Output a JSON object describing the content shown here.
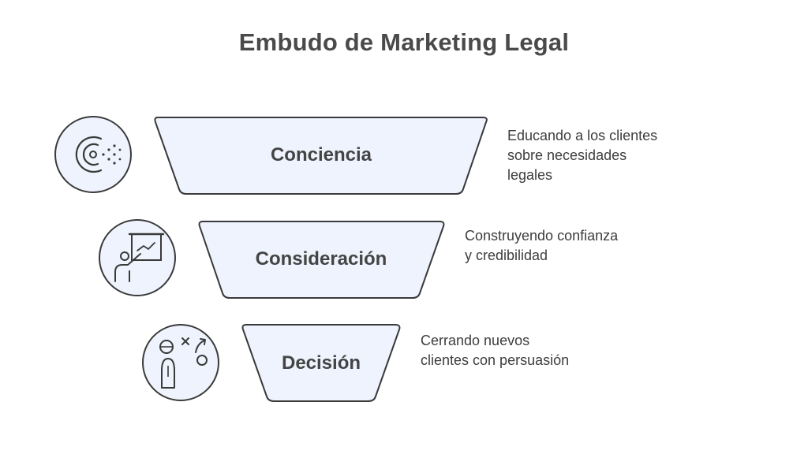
{
  "title": "Embudo de Marketing Legal",
  "colors": {
    "segment_fill": "#eef3fd",
    "stroke": "#3a3a3a",
    "icon_fill": "#eef3fd",
    "text": "#444444"
  },
  "stages": [
    {
      "label": "Conciencia",
      "description": "Educando a los clientes\nsobre necesidades\nlegales",
      "icon": "awareness-signal-icon"
    },
    {
      "label": "Consideración",
      "description": "Construyendo confianza\ny credibilidad",
      "icon": "presenter-board-icon"
    },
    {
      "label": "Decisión",
      "description": "Cerrando nuevos\nclientes con persuasión",
      "icon": "decision-strategy-icon"
    }
  ]
}
